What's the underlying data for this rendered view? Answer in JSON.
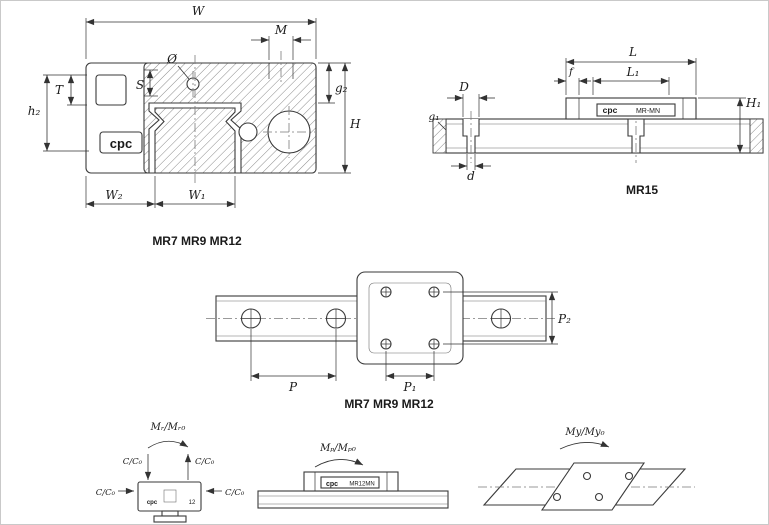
{
  "colors": {
    "line": "#3a3a3a",
    "hatch": "#8a8a8a",
    "background": "#ffffff"
  },
  "cross_section": {
    "caption": "MR7 MR9 MR12",
    "brand": "cpc",
    "dims": {
      "W": "W",
      "M": "M",
      "dia": "Ø",
      "S": "S",
      "T": "T",
      "h2": "h₂",
      "g2": "g₂",
      "H": "H",
      "W2": "W₂",
      "W1": "W₁"
    }
  },
  "side_view": {
    "caption": "MR15",
    "brand": "cpc",
    "model": "MR-MN",
    "dims": {
      "L": "L",
      "L1": "L₁",
      "f": "f",
      "D": "D",
      "g1": "g₁",
      "d": "d",
      "H1": "H₁"
    }
  },
  "plan_view": {
    "caption": "MR7 MR9 MR12",
    "dims": {
      "P": "P",
      "P1": "P₁",
      "P2": "P₂"
    }
  },
  "moments": {
    "roll": {
      "label": "Mᵣ/Mᵣ₀",
      "load": "C/C₀",
      "brand": "cpc",
      "size": "12"
    },
    "pitch": {
      "label": "Mₚ/Mₚ₀",
      "brand": "cpc",
      "model": "MR12MN"
    },
    "yaw": {
      "label": "My/My₀"
    }
  }
}
